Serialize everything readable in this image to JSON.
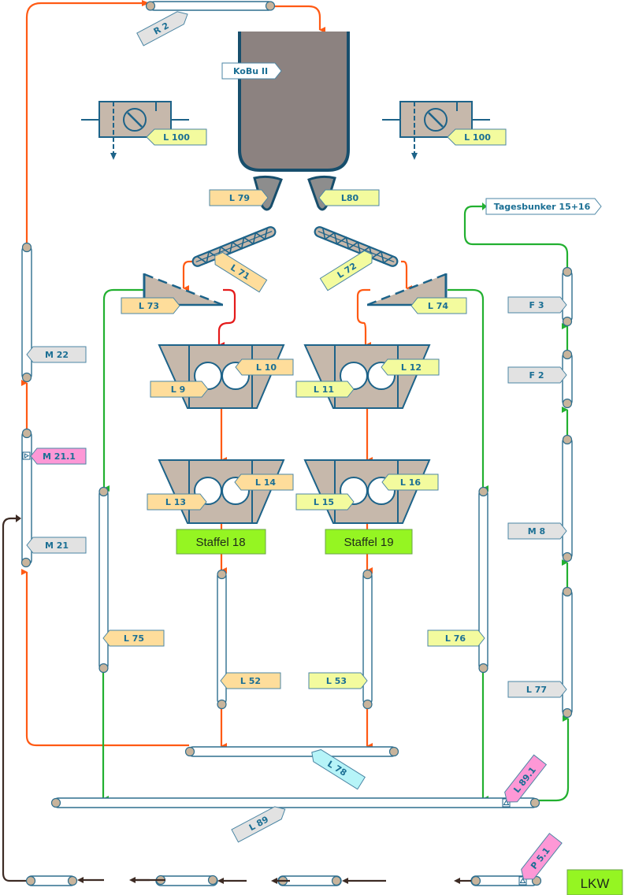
{
  "colors": {
    "orange_flow": "#ff5a14",
    "red_flow": "#e41b1b",
    "green_flow": "#22b030",
    "dark_flow": "#3d2b24",
    "tag_orange": "#fedd9b",
    "tag_yellow": "#f3fb9e",
    "tag_gray": "#e2e2e2",
    "tag_pink": "#fd98d6",
    "tag_cyan": "#b6f4f8",
    "tag_white": "#ffffff",
    "staffel_green": "#95f522",
    "outline_blue": "#1d6389",
    "bunker_gray": "#8c8280",
    "machine_beige": "#c6b8ab"
  },
  "bunker": {
    "label": "KoBu II"
  },
  "top_belt": {
    "label": "R 2"
  },
  "dust_units": [
    {
      "label": "L 100"
    },
    {
      "label": "L 100"
    }
  ],
  "gates": [
    {
      "label": "L 79"
    },
    {
      "label": "L80"
    }
  ],
  "screws": [
    {
      "label": "L 71"
    },
    {
      "label": "L 72"
    }
  ],
  "screens": [
    {
      "label": "L 73"
    },
    {
      "label": "L 74"
    }
  ],
  "crushers": [
    {
      "left": "L 9",
      "right": "L 10"
    },
    {
      "left": "L 11",
      "right": "L 12"
    },
    {
      "left": "L 13",
      "right": "L 14"
    },
    {
      "left": "L 15",
      "right": "L 16"
    }
  ],
  "staffeln": [
    {
      "label": "Staffel 18"
    },
    {
      "label": "Staffel 19"
    }
  ],
  "conveyors": {
    "l75": "L 75",
    "l76": "L 76",
    "l52": "L 52",
    "l53": "L 53",
    "l78": "L 78",
    "l89": "L 89",
    "l89_1": "L 89.1",
    "l77": "L 77",
    "m8": "M 8",
    "f2": "F 2",
    "f3": "F 3",
    "m22": "M 22",
    "m21_1": "M 21.1",
    "m21": "M 21",
    "p5_1": "P 5.1"
  },
  "destination": {
    "label": "Tagesbunker 15+16"
  },
  "truck": {
    "label": "LKW"
  }
}
